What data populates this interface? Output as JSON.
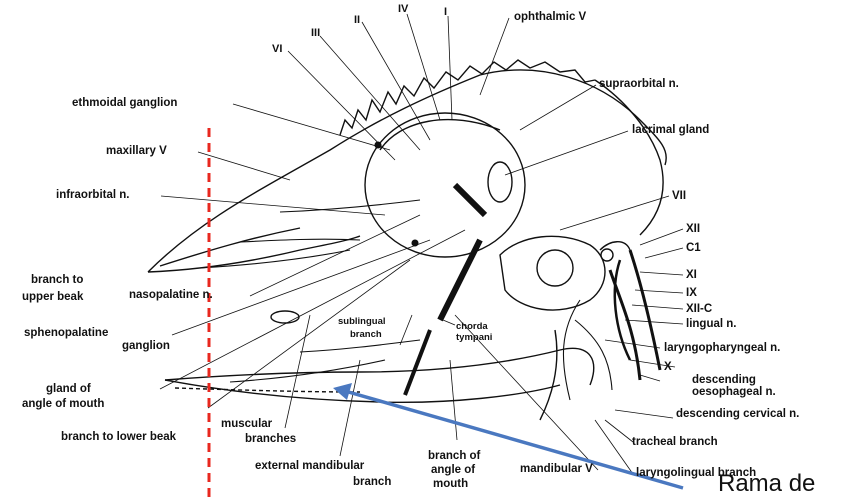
{
  "labels": {
    "ophthalmic": "ophthalmic V",
    "roman_iv": "IV",
    "roman_ii": "II",
    "roman_i": "I",
    "roman_iii": "III",
    "roman_vi": "VI",
    "supraorbital": "supraorbital n.",
    "ethmoidal": "ethmoidal ganglion",
    "lacrimal": "lacrimal gland",
    "maxillary": "maxillary V",
    "infraorbital": "infraorbital n.",
    "vii": "VII",
    "xii": "XII",
    "c1": "C1",
    "xi": "XI",
    "ix": "IX",
    "xii_c": "XII-C",
    "lingual": "lingual n.",
    "laryngopharyngeal": "laryngopharyngeal n.",
    "x": "X",
    "descending_oes_1": "descending",
    "descending_oes_2": "oesophageal n.",
    "descending_cervical": "descending cervical n.",
    "tracheal": "tracheal branch",
    "laryngolingual": "laryngolingual branch",
    "mandibular": "mandibular V",
    "branch_upper_1": "branch to",
    "branch_upper_2": "upper beak",
    "nasopalatine": "nasopalatine n.",
    "sphenopalatine_1": "sphenopalatine",
    "sphenopalatine_2": "ganglion",
    "sublingual_1": "sublingual",
    "sublingual_2": "branch",
    "chorda_1": "chorda",
    "chorda_2": "tympani",
    "gland_1": "gland of",
    "gland_2": "angle of mouth",
    "branch_lower": "branch to lower beak",
    "muscular_1": "muscular",
    "muscular_2": "branches",
    "external_1": "external mandibular",
    "external_2": "branch",
    "angle_1": "branch of",
    "angle_2": "angle of",
    "angle_3": "mouth",
    "overlay_text": "Rama de"
  },
  "colors": {
    "dashed_line": "#e8281f",
    "arrow": "#4a78c0",
    "ink": "#111111"
  }
}
